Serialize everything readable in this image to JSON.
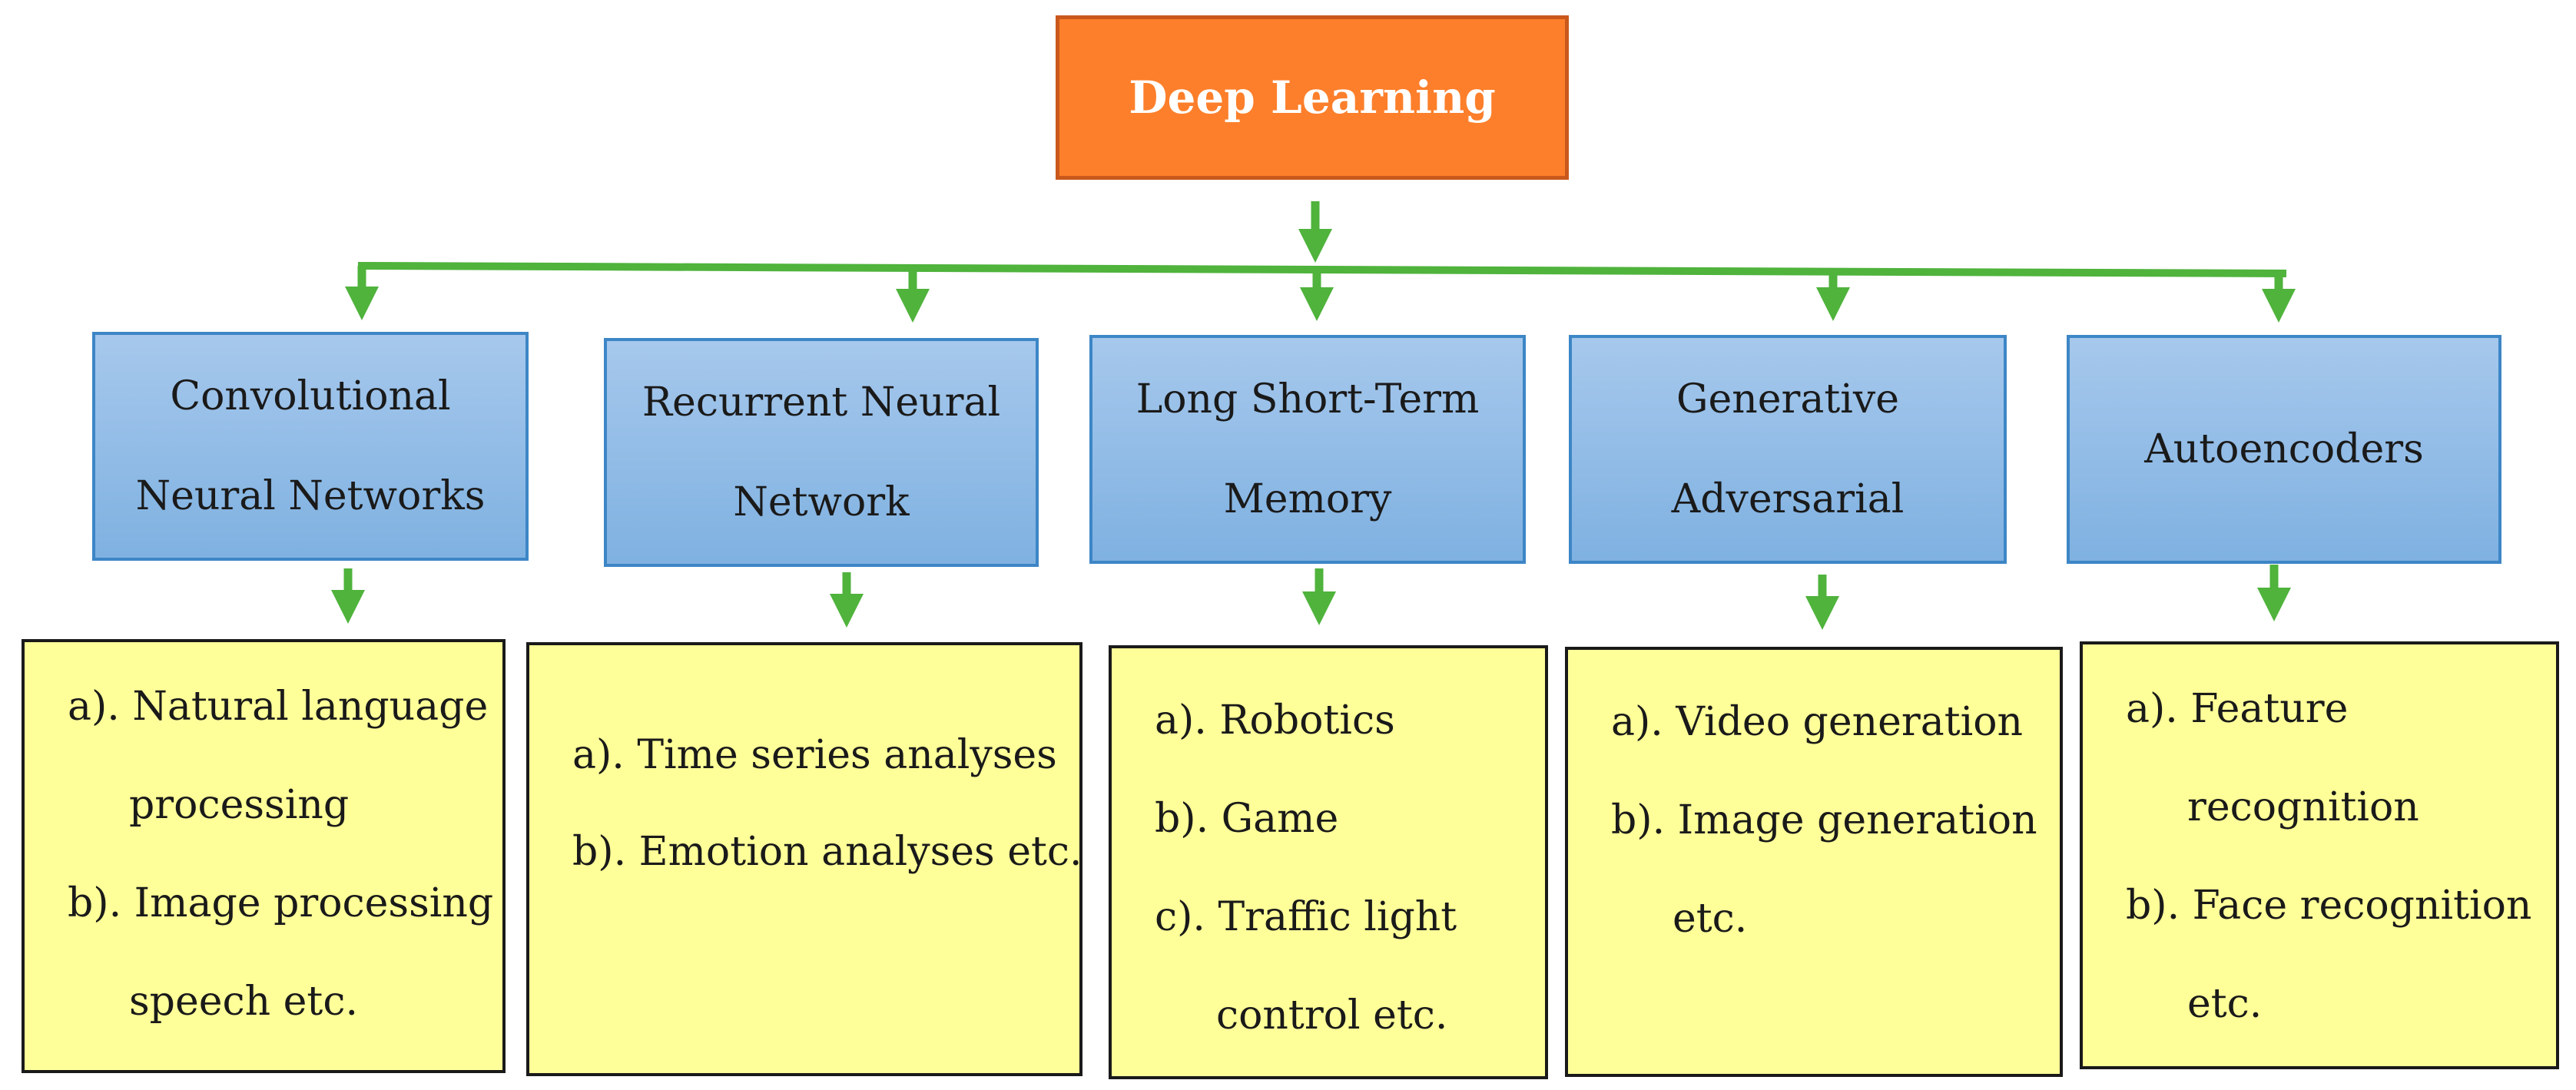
{
  "root": {
    "label": "Deep Learning"
  },
  "colors": {
    "root_fill": "#fd7f2b",
    "category_fill": "#8dbbe6",
    "application_fill": "#ffff99",
    "arrow": "#4fb33c"
  },
  "categories": [
    {
      "label_lines": [
        "Convolutional",
        "Neural Networks"
      ],
      "applications": [
        {
          "marker": "a).",
          "lines": [
            "Natural language",
            "processing"
          ]
        },
        {
          "marker": "b).",
          "lines": [
            "Image processing",
            "speech etc."
          ]
        }
      ]
    },
    {
      "label_lines": [
        "Recurrent Neural",
        "Network"
      ],
      "applications": [
        {
          "marker": "a).",
          "lines": [
            "Time series analyses"
          ]
        },
        {
          "marker": "b).",
          "lines": [
            "Emotion analyses etc."
          ]
        }
      ]
    },
    {
      "label_lines": [
        "Long Short-Term",
        "Memory"
      ],
      "applications": [
        {
          "marker": "a).",
          "lines": [
            "Robotics"
          ]
        },
        {
          "marker": "b).",
          "lines": [
            "Game"
          ]
        },
        {
          "marker": "c).",
          "lines": [
            "Traffic light",
            "control etc."
          ]
        }
      ]
    },
    {
      "label_lines": [
        "Generative",
        "Adversarial"
      ],
      "applications": [
        {
          "marker": "a).",
          "lines": [
            "Video generation"
          ]
        },
        {
          "marker": "b).",
          "lines": [
            "Image generation",
            "etc."
          ]
        }
      ]
    },
    {
      "label_lines": [
        "Autoencoders"
      ],
      "applications": [
        {
          "marker": "a).",
          "lines": [
            "Feature",
            "recognition"
          ]
        },
        {
          "marker": "b).",
          "lines": [
            "Face recognition",
            "etc."
          ]
        }
      ]
    }
  ]
}
